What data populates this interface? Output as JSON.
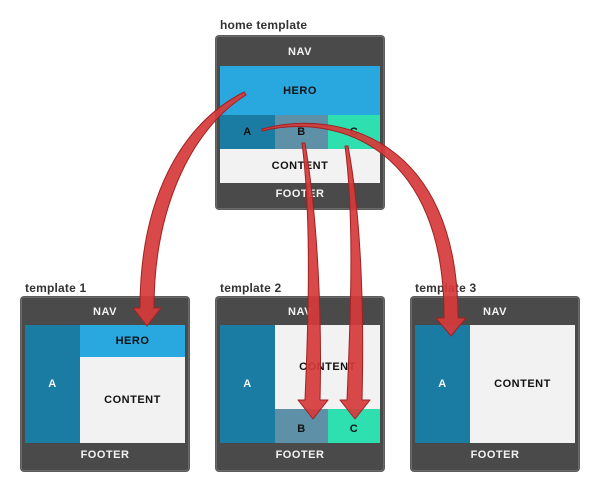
{
  "colors": {
    "frame": "#4a4a4a",
    "hero": "#29a8e0",
    "a": "#1a7ba3",
    "b": "#5e90a8",
    "c": "#2ee0b0",
    "content": "#f2f2f2",
    "arrow": "#d63a3a"
  },
  "home": {
    "label": "home template",
    "nav": "NAV",
    "hero": "HERO",
    "a": "A",
    "b": "B",
    "c": "C",
    "content": "CONTENT",
    "footer": "FOOTER"
  },
  "template1": {
    "label": "template 1",
    "nav": "NAV",
    "a": "A",
    "hero": "HERO",
    "content": "CONTENT",
    "footer": "FOOTER"
  },
  "template2": {
    "label": "template 2",
    "nav": "NAV",
    "a": "A",
    "content": "CONTENT",
    "b": "B",
    "c": "C",
    "footer": "FOOTER"
  },
  "template3": {
    "label": "template 3",
    "nav": "NAV",
    "a": "A",
    "content": "CONTENT",
    "footer": "FOOTER"
  },
  "arrows": [
    {
      "from": "home.hero",
      "to": "template1.hero"
    },
    {
      "from": "home.a",
      "to": "template3.a"
    },
    {
      "from": "home.b",
      "to": "template2.b"
    },
    {
      "from": "home.c",
      "to": "template2.c"
    }
  ]
}
